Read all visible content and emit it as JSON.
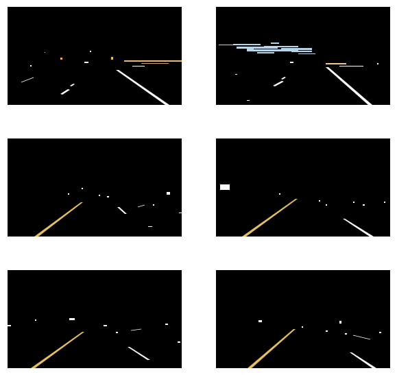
{
  "figure": {
    "panels": [
      {
        "id": "p0",
        "scene": "night-road-thresholded",
        "colors": {
          "background": "#000000",
          "lane": "#ffffff",
          "light": "#f0b060"
        }
      },
      {
        "id": "p1",
        "scene": "road-thresholded-sky-noise",
        "colors": {
          "background": "#000000",
          "lane": "#ffffff",
          "sky": "#b8d4e8",
          "light": "#f0c890"
        }
      },
      {
        "id": "p2",
        "scene": "yellow-left-lane",
        "colors": {
          "background": "#000000",
          "lane_left": "#e6c060",
          "lane_right": "#ffffff"
        }
      },
      {
        "id": "p3",
        "scene": "yellow-left-lane",
        "colors": {
          "background": "#000000",
          "lane_left": "#e6c060",
          "lane_right": "#ffffff"
        }
      },
      {
        "id": "p4",
        "scene": "yellow-left-lane",
        "colors": {
          "background": "#000000",
          "lane_left": "#e6c060",
          "lane_right": "#ffffff"
        }
      },
      {
        "id": "p5",
        "scene": "yellow-left-lane",
        "colors": {
          "background": "#000000",
          "lane_left": "#e6c060",
          "lane_right": "#ffffff"
        }
      }
    ]
  }
}
